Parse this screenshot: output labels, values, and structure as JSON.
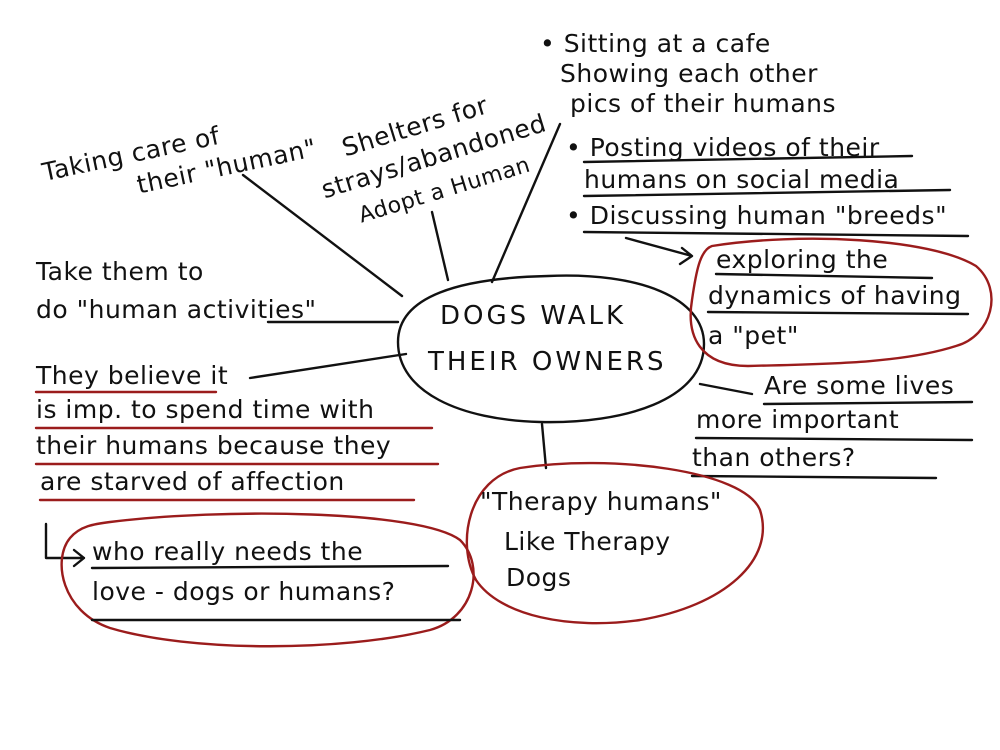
{
  "center": {
    "line1": "DOGS WALK",
    "line2": "THEIR OWNERS"
  },
  "nodes": {
    "taking_care": [
      "Taking care of",
      "their \"human\""
    ],
    "shelters": [
      "Shelters for",
      "strays/abandoned",
      "Adopt a Human"
    ],
    "cafe": [
      "• Sitting at a cafe",
      "Showing each other",
      "pics of their humans"
    ],
    "posting": [
      "• Posting videos of their",
      "humans on social media"
    ],
    "discussing": "• Discussing human \"breeds\"",
    "exploring": [
      "exploring the",
      "dynamics of having",
      "a \"pet\""
    ],
    "activities": [
      "Take them to",
      "do \"human activities\""
    ],
    "believe": [
      "They believe it",
      "is imp. to spend time with",
      "their humans because they",
      "are starved of affection"
    ],
    "who_needs": [
      "who really needs the",
      "love - dogs or humans?"
    ],
    "lives": [
      "Are some lives",
      "more important",
      "than others?"
    ],
    "therapy": [
      "\"Therapy humans\"",
      "Like Therapy",
      "Dogs"
    ]
  },
  "colors": {
    "ink": "#111111",
    "highlight": "#9b1c1c"
  }
}
